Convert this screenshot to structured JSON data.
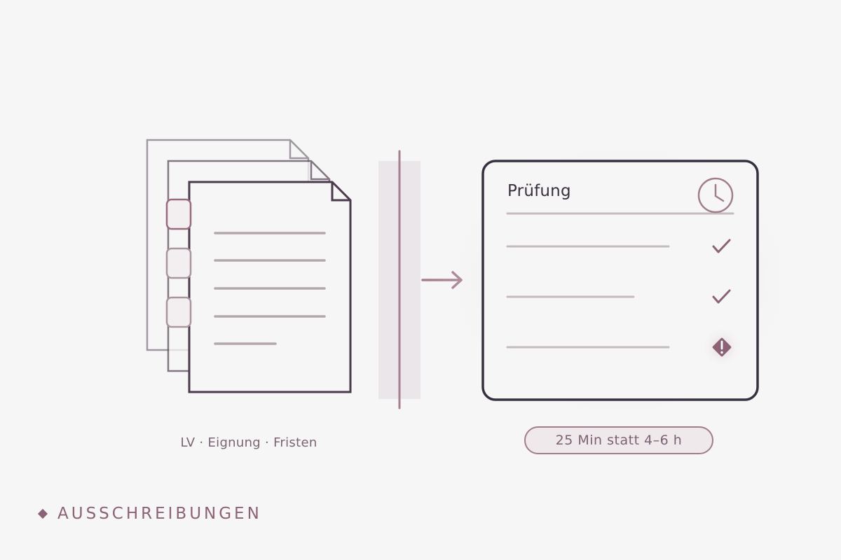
{
  "card": {
    "title": "Prüfung",
    "items": [
      {
        "status": "check"
      },
      {
        "status": "check"
      },
      {
        "status": "warning"
      }
    ]
  },
  "caption": "LV · Eignung · Fristen",
  "time_badge": "25 Min statt 4–6 h",
  "footer": {
    "label": "AUSSCHREIBUNGEN"
  },
  "icons": {
    "card_header": "clock-icon",
    "item_ok": "checkmark-icon",
    "item_alert": "warning-diamond-icon",
    "flow": "arrow-right-icon",
    "footer_bullet": "diamond-icon"
  },
  "colors": {
    "background": "#f6f6f6",
    "dark": "#3e3344",
    "accent": "#8c6376",
    "line": "#b8aab2"
  }
}
